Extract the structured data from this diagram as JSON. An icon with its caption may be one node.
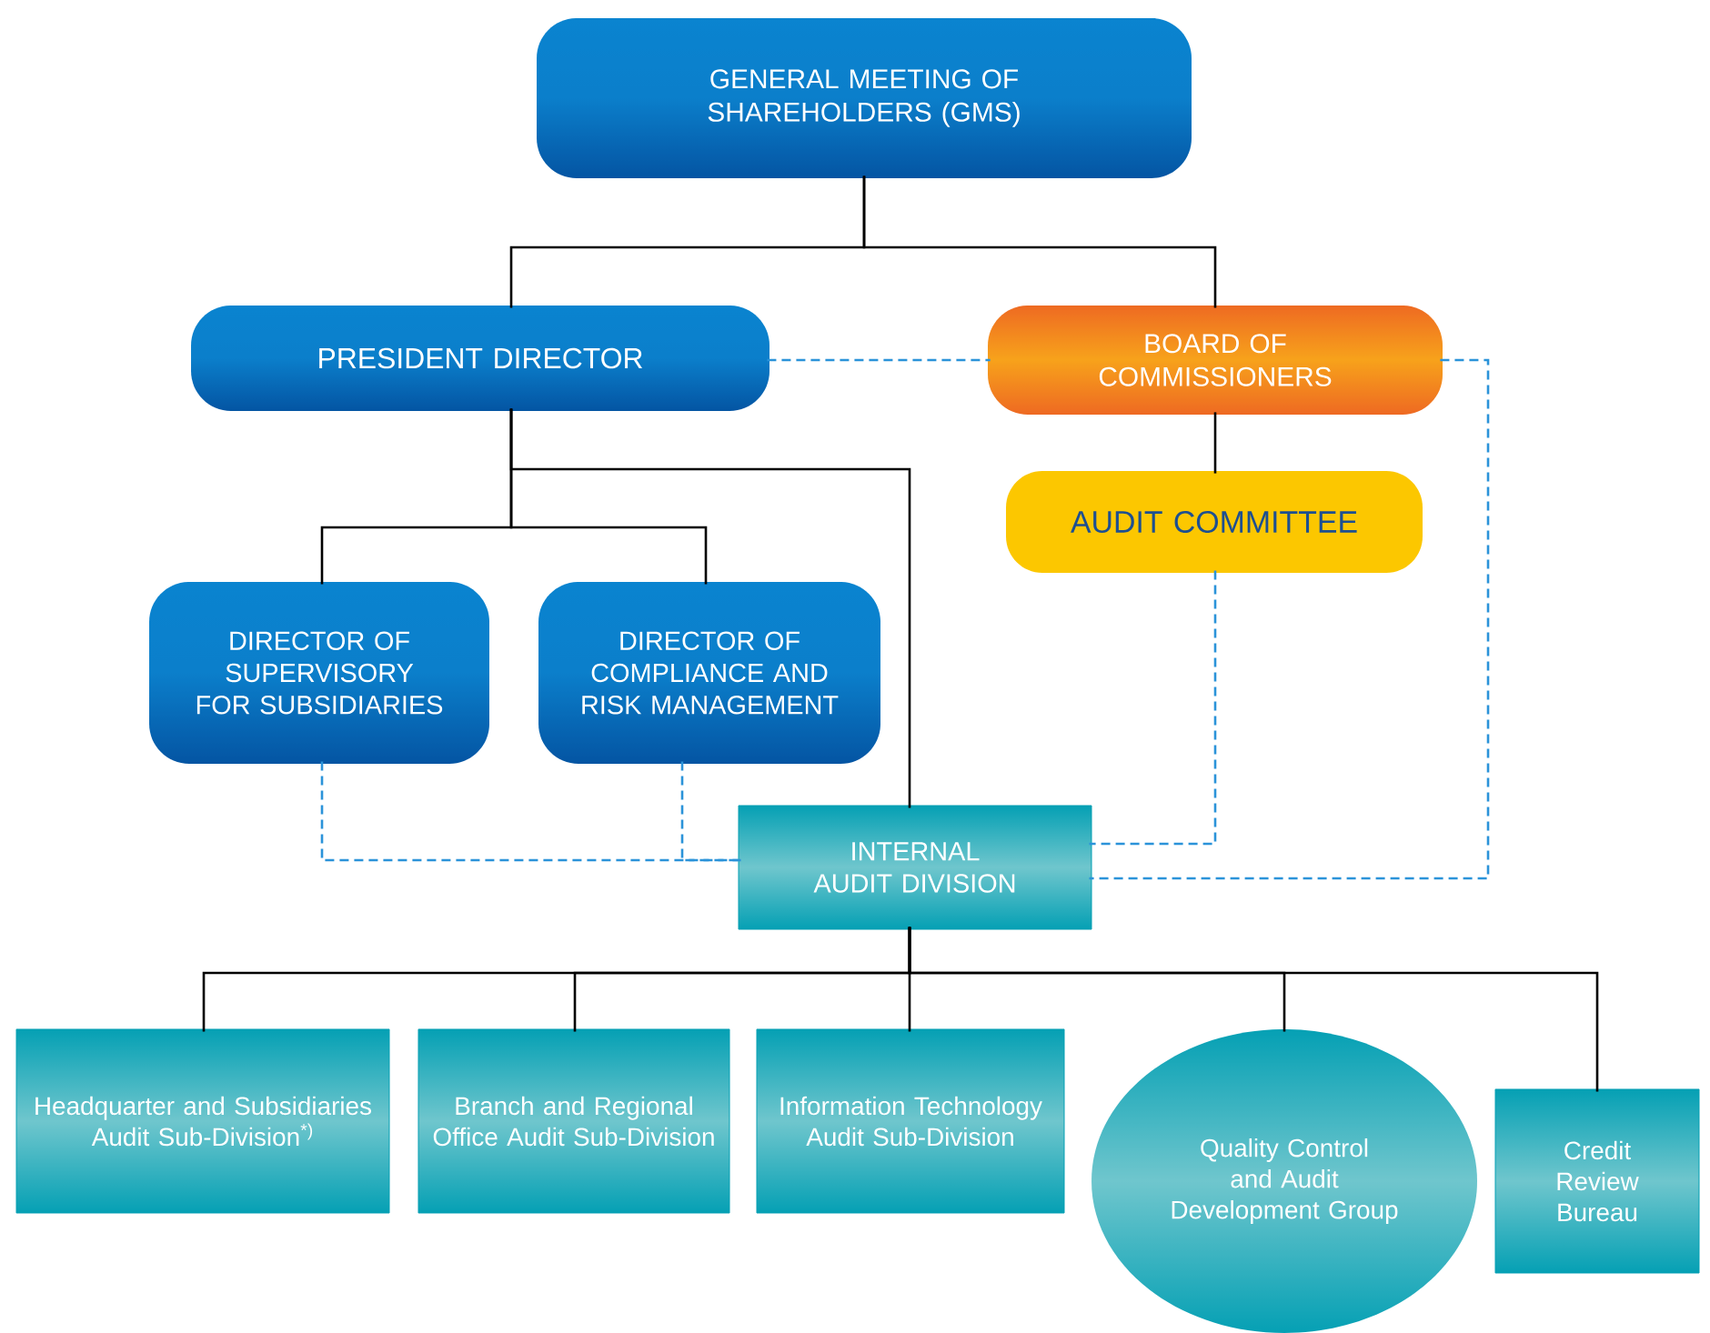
{
  "diagram": {
    "nodes": [
      {
        "text": [
          "GENERAL MEETING OF SHAREHOLDERS (GMS)"
        ]
      },
      {
        "text": [
          "PRESIDENT DIRECTOR"
        ]
      },
      {
        "text": [
          "BOARD OF COMMISSIONERS"
        ]
      },
      {
        "text": [
          "AUDIT COMMITTEE"
        ]
      },
      {
        "text": [
          "DIRECTOR OF SUPERVISORY FOR SUBSIDIARIES"
        ]
      },
      {
        "text": [
          "DIRECTOR OF COMPLIANCE AND RISK MANAGEMENT"
        ]
      },
      {
        "text": [
          "INTERNAL AUDIT DIVISION"
        ]
      },
      {
        "text": [
          "Headquarter and Subsidiaries Audit Sub-Division$^{*)}$"
        ]
      },
      {
        "text": [
          "Branch and Regional Office Audit Sub-Division"
        ]
      },
      {
        "text": [
          "Information Technology Audit Sub-Division"
        ]
      },
      {
        "text": [
          "Quality Control and Audit Development Group"
        ]
      },
      {
        "text": [
          "Credit Review Bureau"
        ]
      }
    ],
    "edges": [
      {
        "from": 0,
        "to": 1,
        "arrow": "none"
      },
      {
        "from": 0,
        "to": 2,
        "arrow": "none"
      },
      {
        "from": 1,
        "to": 2,
        "arrow": "none",
        "style": "dashed",
        "color": "#2b93d9"
      },
      {
        "from": 2,
        "to": 3,
        "arrow": "none"
      },
      {
        "from": 1,
        "to": 4,
        "arrow": "none"
      },
      {
        "from": 1,
        "to": 5,
        "arrow": "none"
      },
      {
        "from": 1,
        "to": 6,
        "arrow": "none"
      },
      {
        "from": 4,
        "to": 6,
        "arrow": "none",
        "style": "dashed",
        "color": "#2b93d9"
      },
      {
        "from": 5,
        "to": 6,
        "arrow": "none",
        "style": "dashed",
        "color": "#2b93d9"
      },
      {
        "from": 3,
        "to": 6,
        "arrow": "none",
        "style": "dashed",
        "color": "#2b93d9"
      },
      {
        "from": 2,
        "to": 6,
        "arrow": "none",
        "style": "dashed",
        "color": "#2b93d9"
      },
      {
        "from": 6,
        "to": 7,
        "arrow": "none"
      },
      {
        "from": 6,
        "to": 8,
        "arrow": "none"
      },
      {
        "from": 6,
        "to": 9,
        "arrow": "none"
      },
      {
        "from": 6,
        "to": 10,
        "arrow": "none"
      },
      {
        "from": 6,
        "to": 11,
        "arrow": "none"
      }
    ]
  }
}
